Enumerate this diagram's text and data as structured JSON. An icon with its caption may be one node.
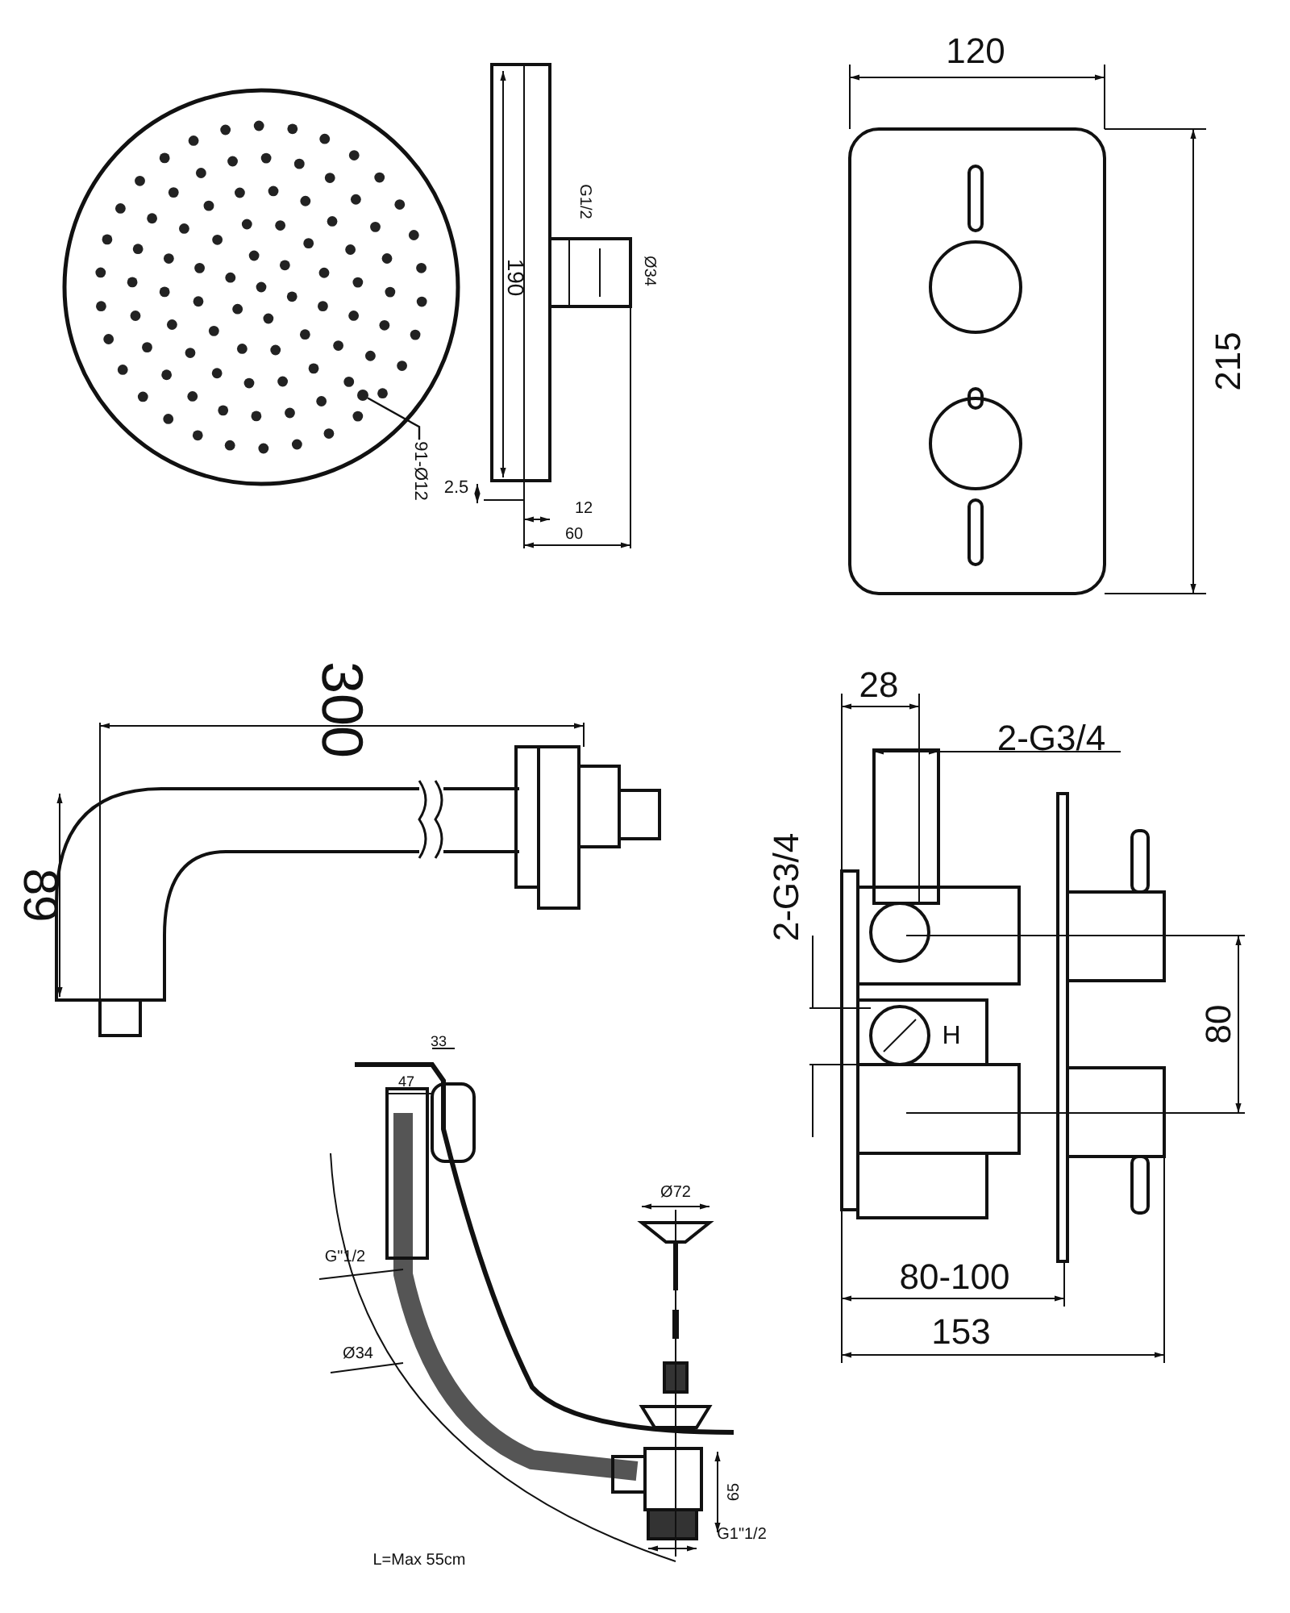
{
  "diagram": {
    "nodes": [
      {
        "text": [
          "91-Ø12"
        ]
      },
      {
        "text": [],
        "shape": "circle"
      }
    ],
    "edges": [
      {
        "from": 0,
        "to": 1,
        "arrow": "none"
      }
    ],
    "labels": [
      "120",
      "215",
      "190",
      "G1/2",
      "Ø34",
      "2.5",
      "12",
      "60",
      "300",
      "89",
      "28",
      "2-G3/4",
      "2-G3/4",
      "80",
      "H",
      "33",
      "47",
      "G\"1/2",
      "Ø34",
      "Ø72",
      "80-100",
      "153",
      "65",
      "G1\"1/2",
      "L=Max 55cm"
    ]
  }
}
